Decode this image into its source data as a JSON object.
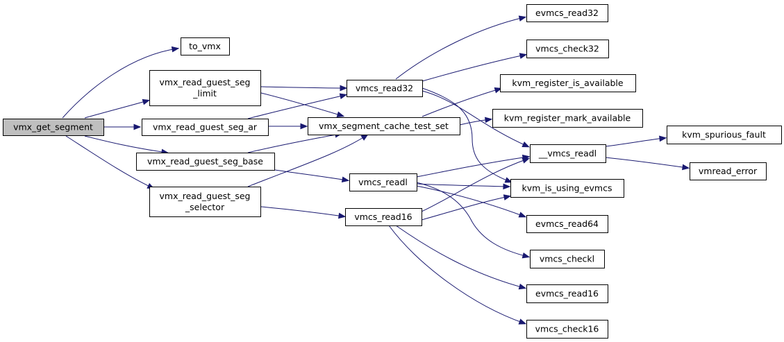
{
  "diagram": {
    "colors": {
      "edge": "#191970",
      "node_border": "#000000",
      "node_fill": "#ffffff",
      "root_fill": "#bfbfbf",
      "text": "#000000"
    },
    "nodes": [
      {
        "id": "vmx_get_segment",
        "lines": [
          "vmx_get_segment"
        ],
        "root": true
      },
      {
        "id": "to_vmx",
        "lines": [
          "to_vmx"
        ]
      },
      {
        "id": "vmx_read_guest_seg_limit",
        "lines": [
          "vmx_read_guest_seg",
          "_limit"
        ]
      },
      {
        "id": "vmx_read_guest_seg_ar",
        "lines": [
          "vmx_read_guest_seg_ar"
        ]
      },
      {
        "id": "vmx_read_guest_seg_base",
        "lines": [
          "vmx_read_guest_seg_base"
        ]
      },
      {
        "id": "vmx_read_guest_seg_selector",
        "lines": [
          "vmx_read_guest_seg",
          "_selector"
        ]
      },
      {
        "id": "vmcs_read32",
        "lines": [
          "vmcs_read32"
        ]
      },
      {
        "id": "vmx_segment_cache_test_set",
        "lines": [
          "vmx_segment_cache_test_set"
        ]
      },
      {
        "id": "vmcs_readl",
        "lines": [
          "vmcs_readl"
        ]
      },
      {
        "id": "vmcs_read16",
        "lines": [
          "vmcs_read16"
        ]
      },
      {
        "id": "evmcs_read32",
        "lines": [
          "evmcs_read32"
        ]
      },
      {
        "id": "vmcs_check32",
        "lines": [
          "vmcs_check32"
        ]
      },
      {
        "id": "kvm_register_is_available",
        "lines": [
          "kvm_register_is_available"
        ]
      },
      {
        "id": "kvm_register_mark_available",
        "lines": [
          "kvm_register_mark_available"
        ]
      },
      {
        "id": "__vmcs_readl",
        "lines": [
          "__vmcs_readl"
        ]
      },
      {
        "id": "kvm_is_using_evmcs",
        "lines": [
          "kvm_is_using_evmcs"
        ]
      },
      {
        "id": "evmcs_read64",
        "lines": [
          "evmcs_read64"
        ]
      },
      {
        "id": "vmcs_checkl",
        "lines": [
          "vmcs_checkl"
        ]
      },
      {
        "id": "evmcs_read16",
        "lines": [
          "evmcs_read16"
        ]
      },
      {
        "id": "vmcs_check16",
        "lines": [
          "vmcs_check16"
        ]
      },
      {
        "id": "kvm_spurious_fault",
        "lines": [
          "kvm_spurious_fault"
        ]
      },
      {
        "id": "vmread_error",
        "lines": [
          "vmread_error"
        ]
      }
    ],
    "edges": [
      {
        "from": "vmx_get_segment",
        "to": "to_vmx"
      },
      {
        "from": "vmx_get_segment",
        "to": "vmx_read_guest_seg_limit"
      },
      {
        "from": "vmx_get_segment",
        "to": "vmx_read_guest_seg_ar"
      },
      {
        "from": "vmx_get_segment",
        "to": "vmx_read_guest_seg_base"
      },
      {
        "from": "vmx_get_segment",
        "to": "vmx_read_guest_seg_selector"
      },
      {
        "from": "vmx_read_guest_seg_limit",
        "to": "vmcs_read32"
      },
      {
        "from": "vmx_read_guest_seg_limit",
        "to": "vmx_segment_cache_test_set"
      },
      {
        "from": "vmx_read_guest_seg_ar",
        "to": "vmcs_read32"
      },
      {
        "from": "vmx_read_guest_seg_ar",
        "to": "vmx_segment_cache_test_set"
      },
      {
        "from": "vmx_read_guest_seg_base",
        "to": "vmx_segment_cache_test_set"
      },
      {
        "from": "vmx_read_guest_seg_base",
        "to": "vmcs_readl"
      },
      {
        "from": "vmx_read_guest_seg_selector",
        "to": "vmx_segment_cache_test_set"
      },
      {
        "from": "vmx_read_guest_seg_selector",
        "to": "vmcs_read16"
      },
      {
        "from": "vmcs_read32",
        "to": "evmcs_read32"
      },
      {
        "from": "vmcs_read32",
        "to": "vmcs_check32"
      },
      {
        "from": "vmcs_read32",
        "to": "__vmcs_readl"
      },
      {
        "from": "vmcs_read32",
        "to": "kvm_is_using_evmcs"
      },
      {
        "from": "vmx_segment_cache_test_set",
        "to": "kvm_register_is_available"
      },
      {
        "from": "vmx_segment_cache_test_set",
        "to": "kvm_register_mark_available"
      },
      {
        "from": "vmcs_readl",
        "to": "__vmcs_readl"
      },
      {
        "from": "vmcs_readl",
        "to": "kvm_is_using_evmcs"
      },
      {
        "from": "vmcs_readl",
        "to": "evmcs_read64"
      },
      {
        "from": "vmcs_readl",
        "to": "vmcs_checkl"
      },
      {
        "from": "vmcs_read16",
        "to": "__vmcs_readl"
      },
      {
        "from": "vmcs_read16",
        "to": "kvm_is_using_evmcs"
      },
      {
        "from": "vmcs_read16",
        "to": "evmcs_read16"
      },
      {
        "from": "vmcs_read16",
        "to": "vmcs_check16"
      },
      {
        "from": "__vmcs_readl",
        "to": "kvm_spurious_fault"
      },
      {
        "from": "__vmcs_readl",
        "to": "vmread_error"
      }
    ]
  }
}
